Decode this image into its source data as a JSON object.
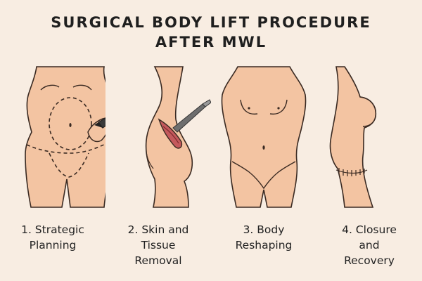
{
  "title": {
    "line1": "SURGICAL BODY LIFT PROCEDURE",
    "line2": "AFTER MWL"
  },
  "colors": {
    "background": "#f8ede2",
    "skin": "#f3c4a2",
    "outline": "#3a2a22",
    "incision": "#b8454a"
  },
  "steps": [
    {
      "line1": "1. Strategic",
      "line2": "Planning",
      "line3": "",
      "icon": "marker-pen-icon"
    },
    {
      "line1": "2. Skin and",
      "line2": "Tissue",
      "line3": "Removal",
      "icon": "scalpel-icon"
    },
    {
      "line1": "3. Body",
      "line2": "Reshaping",
      "line3": "",
      "icon": ""
    },
    {
      "line1": "4. Closure",
      "line2": "and",
      "line3": "Recovery",
      "icon": "suture-scar-icon"
    }
  ]
}
